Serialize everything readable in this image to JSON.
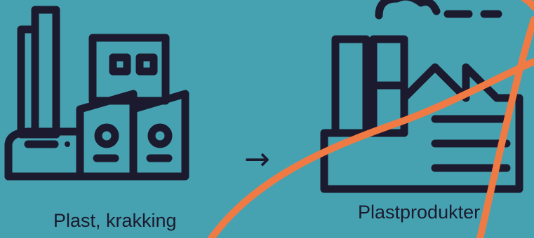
{
  "left_item": {
    "label": "Plast, krakking",
    "icon": "refinery-factory-icon"
  },
  "arrow": {
    "glyph": "→",
    "icon": "right-arrow-icon"
  },
  "right_item": {
    "label": "Plastprodukter",
    "icon": "factory-icon"
  },
  "strike_mark": {
    "icon": "cross-out-mark",
    "color": "#f07a44"
  },
  "colors": {
    "background": "#46a2b1",
    "ink": "#1c1a2e",
    "accent": "#f07a44"
  }
}
